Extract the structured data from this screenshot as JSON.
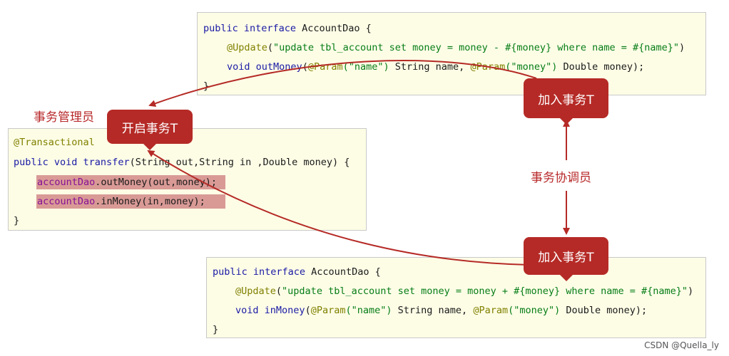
{
  "top_dao": {
    "line1": {
      "kw": "public interface",
      "name": " AccountDao {"
    },
    "line2": {
      "ann": "@Update",
      "open": "(",
      "sql": "\"update tbl_account set money = money - #{money} where name = #{name}\"",
      "close": ")"
    },
    "line3": {
      "kw": "void",
      "mth": "outMoney",
      "a1": "(",
      "p1": "@Param",
      "s1": "(\"name\")",
      "t1": " String name, ",
      "p2": "@Param",
      "s2": "(\"money\")",
      "t2": " Double money);"
    },
    "line4": "}"
  },
  "service": {
    "line1": "@Transactional",
    "line2": {
      "kw": "public void",
      "mth": "transfer",
      "rest": "(String out,String in ,Double money) {"
    },
    "line3": {
      "fld": "accountDao",
      "rest": ".outMoney(out,money);"
    },
    "line4": {
      "fld": "accountDao",
      "rest": ".inMoney(in,money);"
    },
    "line5": "}"
  },
  "bottom_dao": {
    "line1": {
      "kw": "public interface",
      "name": " AccountDao {"
    },
    "line2": {
      "ann": "@Update",
      "open": "(",
      "sql": "\"update tbl_account set money = money + #{money} where name = #{name}\"",
      "close": ")"
    },
    "line3": {
      "kw": "void",
      "mth": "inMoney",
      "a1": "(",
      "p1": "@Param",
      "s1": "(\"name\")",
      "t1": " String name, ",
      "p2": "@Param",
      "s2": "(\"money\")",
      "t2": " Double money);"
    },
    "line4": "}"
  },
  "labels": {
    "manager": "事务管理员",
    "coordinator": "事务协调员"
  },
  "bubbles": {
    "open_tx": "开启事务T",
    "join_tx_top": "加入事务T",
    "join_tx_bottom": "加入事务T"
  },
  "watermark": "CSDN @Quella_ly",
  "colors": {
    "accent_red": "#b52a26",
    "code_bg": "#fdfde6",
    "highlight": "#d99a96"
  }
}
